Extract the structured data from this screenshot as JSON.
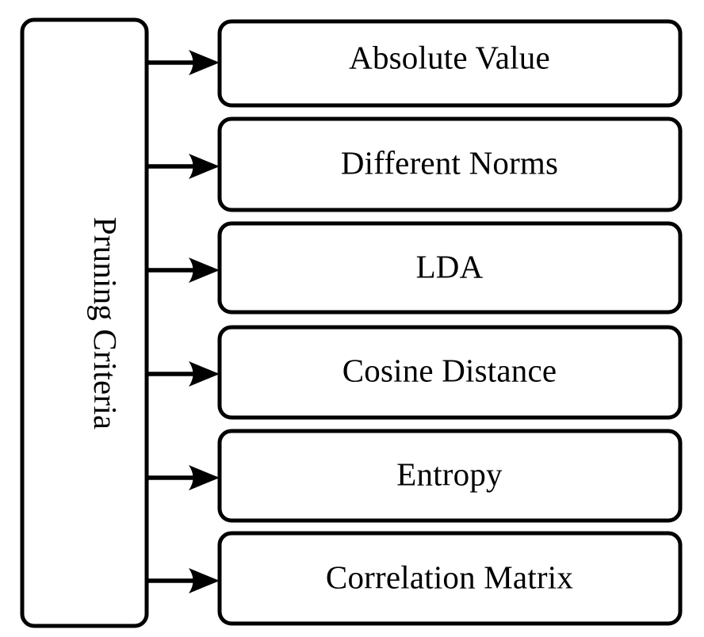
{
  "diagram": {
    "type": "tree-fanout",
    "title": "Pruning Criteria",
    "background_color": "#ffffff",
    "stroke_color": "#000000",
    "root": {
      "label": "Pruning Criteria",
      "orientation": "vertical-clockwise"
    },
    "arrow_icon_name": "arrow-right-icon",
    "branches": [
      {
        "index": 1,
        "label": "Absolute Value"
      },
      {
        "index": 2,
        "label": "Different Norms"
      },
      {
        "index": 3,
        "label": "LDA"
      },
      {
        "index": 4,
        "label": "Cosine Distance"
      },
      {
        "index": 5,
        "label": "Entropy"
      },
      {
        "index": 6,
        "label": "Correlation Matrix"
      }
    ]
  }
}
